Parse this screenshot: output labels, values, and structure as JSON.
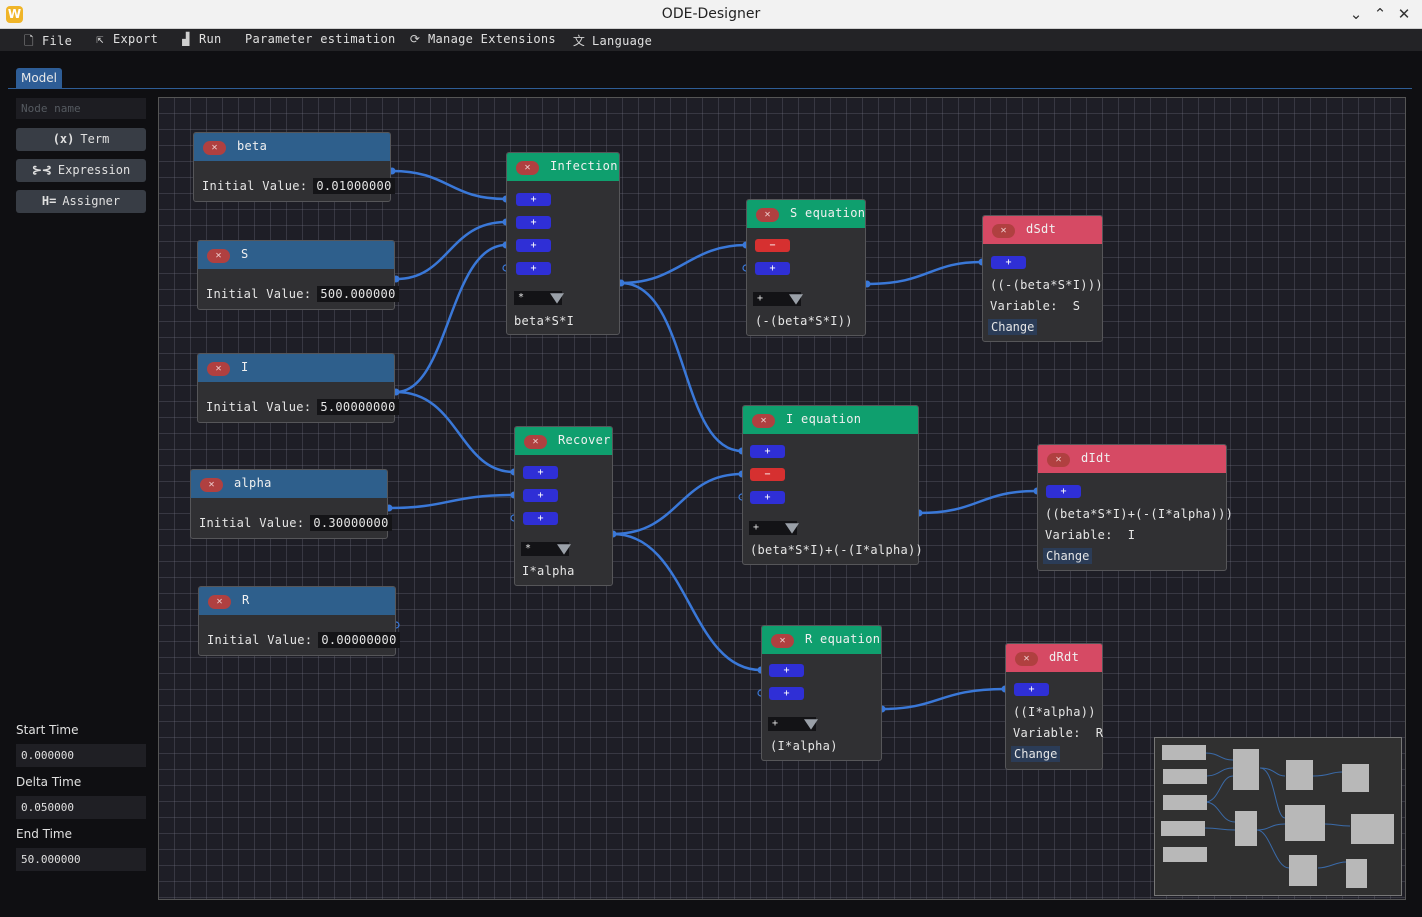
{
  "window": {
    "title": "ODE-Designer",
    "icon": "W"
  },
  "menu": [
    {
      "icon": "file-icon",
      "glyph": "🗋",
      "label": "File"
    },
    {
      "icon": "export-icon",
      "glyph": "⇱",
      "label": "Export"
    },
    {
      "icon": "run-icon",
      "glyph": "▟",
      "label": "Run"
    },
    {
      "icon": "",
      "glyph": "",
      "label": "Parameter estimation"
    },
    {
      "icon": "extensions-icon",
      "glyph": "⟳",
      "label": "Manage Extensions"
    },
    {
      "icon": "language-icon",
      "glyph": "文",
      "label": "Language"
    }
  ],
  "tabs": [
    {
      "label": "Model"
    }
  ],
  "sidebar": {
    "node_name_placeholder": "Node name",
    "buttons": [
      {
        "icon": "(x)",
        "label": "Term"
      },
      {
        "icon": "⊱⊰",
        "label": "Expression"
      },
      {
        "icon": "H=",
        "label": "Assigner"
      }
    ],
    "start_time_label": "Start Time",
    "start_time": "0.000000",
    "delta_time_label": "Delta Time",
    "delta_time": "0.050000",
    "end_time_label": "End Time",
    "end_time": "50.000000"
  },
  "colors": {
    "term": "#2e5f8c",
    "expression": "#0f9f6e",
    "assigner": "#d64a64",
    "link": "#3a78d8"
  },
  "nodes": {
    "beta": {
      "title": "beta",
      "label": "Initial Value:",
      "value": "0.01000000"
    },
    "s": {
      "title": "S",
      "label": "Initial Value:",
      "value": "500.000000"
    },
    "i": {
      "title": "I",
      "label": "Initial Value:",
      "value": "5.00000000"
    },
    "alpha": {
      "title": "alpha",
      "label": "Initial Value:",
      "value": "0.30000000"
    },
    "r": {
      "title": "R",
      "label": "Initial Value:",
      "value": "0.00000000"
    },
    "infection": {
      "title": "Infection",
      "pins": [
        "+",
        "+",
        "+",
        "+"
      ],
      "op": "*",
      "expr": "beta*S*I"
    },
    "recover": {
      "title": "Recover",
      "pins": [
        "+",
        "+",
        "+"
      ],
      "op": "*",
      "expr": "I*alpha"
    },
    "s_equation": {
      "title": "S equation",
      "pins": [
        "−",
        "+"
      ],
      "op": "+",
      "expr": "(-(beta*S*I))"
    },
    "i_equation": {
      "title": "I equation",
      "pins": [
        "+",
        "−",
        "+"
      ],
      "op": "+",
      "expr": "(beta*S*I)+(-(I*alpha))"
    },
    "r_equation": {
      "title": "R equation",
      "pins": [
        "+",
        "+"
      ],
      "op": "+",
      "expr": "(I*alpha)"
    },
    "dsdt": {
      "title": "dSdt",
      "pin": "+",
      "expr": "((-(beta*S*I)))",
      "var_label": "Variable:",
      "var": "S",
      "change": "Change"
    },
    "didt": {
      "title": "dIdt",
      "pin": "+",
      "expr": "((beta*S*I)+(-(I*alpha)))",
      "var_label": "Variable:",
      "var": "I",
      "change": "Change"
    },
    "drdt": {
      "title": "dRdt",
      "pin": "+",
      "expr": "((I*alpha))",
      "var_label": "Variable:",
      "var": "R",
      "change": "Change"
    }
  }
}
